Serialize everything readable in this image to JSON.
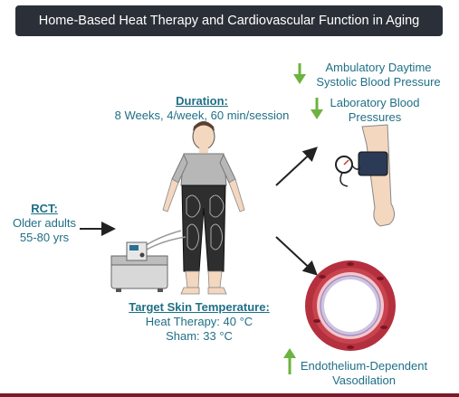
{
  "title": "Home-Based Heat Therapy and Cardiovascular Function in Aging",
  "duration": {
    "heading": "Duration:",
    "text": "8 Weeks, 4/week, 60 min/session"
  },
  "rct": {
    "heading": "RCT:",
    "line1": "Older adults",
    "line2": "55-80 yrs"
  },
  "target": {
    "heading": "Target Skin Temperature:",
    "line1": "Heat Therapy: 40 °C",
    "line2": "Sham: 33 °C"
  },
  "outcome_bp_ambulatory": {
    "line1": "Ambulatory Daytime",
    "line2": "Systolic Blood Pressure",
    "direction": "down"
  },
  "outcome_bp_lab": {
    "line1": "Laboratory Blood",
    "line2": "Pressures",
    "direction": "down"
  },
  "outcome_endothelium": {
    "line1": "Endothelium-Dependent",
    "line2": "Vasodilation",
    "direction": "up"
  },
  "colors": {
    "title_bg": "#2b3038",
    "text": "#1f6f86",
    "arrow_up_down": "#6cb33f",
    "vessel": "#b5303e"
  },
  "icons": [
    "person-in-heating-suit-icon",
    "water-bath-heater-icon",
    "blood-pressure-cuff-arm-icon",
    "blood-vessel-cross-section-icon"
  ]
}
